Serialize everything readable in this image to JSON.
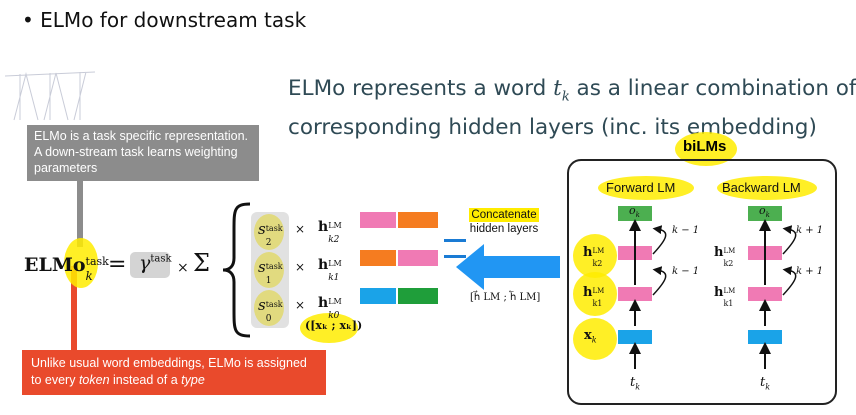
{
  "title": "ELMo for downstream task",
  "headline": {
    "line1_pre": "ELMo represents a word",
    "line1_var": "t",
    "line1_sub": "k",
    "line1_post": "as a linear combination of",
    "line2": "corresponding hidden layers (inc. its embedding)"
  },
  "callout_gray": "ELMo is a task specific representation. A down-stream task learns weighting parameters",
  "callout_red": {
    "pre": "Unlike usual word embeddings, ELMo is assigned to every",
    "token": "token",
    "mid": "instead of a",
    "type": "type"
  },
  "equation": {
    "lhs": "ELMo",
    "lhs_sub": "k",
    "lhs_sup": "task",
    "gamma": "γ",
    "gamma_sup": "task",
    "times": "×",
    "sum": "Σ",
    "rows": [
      {
        "s": "s",
        "s_sub": "2",
        "s_sup": "task",
        "h": "h",
        "h_sub": "k2",
        "h_sup": "LM"
      },
      {
        "s": "s",
        "s_sub": "1",
        "s_sup": "task",
        "h": "h",
        "h_sub": "k1",
        "h_sup": "LM"
      },
      {
        "s": "s",
        "s_sub": "0",
        "s_sup": "task",
        "h": "h",
        "h_sub": "k0",
        "h_sup": "LM"
      }
    ],
    "embed_pair": "([xₖ ; xₖ])"
  },
  "concat": {
    "line1": "Concatenate",
    "line2": "hidden layers",
    "formula": "[h⃗ LM ; h⃖ LM]"
  },
  "bilms": {
    "label": "biLMs",
    "forward": "Forward LM",
    "backward": "Backward LM",
    "o": "o",
    "o_sub": "k",
    "k_minus": "k − 1",
    "k_plus": "k + 1",
    "x": "x",
    "x_sub": "k",
    "t": "t",
    "t_sub": "k"
  },
  "colors": {
    "orange": "#f57c20",
    "pink": "#f07ab4",
    "blue": "#1aa3e8",
    "green": "#1f9e3a",
    "output_green": "#4caf50",
    "arrow_blue": "#2196f3",
    "highlight": "#ffec00",
    "callout_gray": "#8c8c8c",
    "callout_red": "#e94a2c"
  }
}
